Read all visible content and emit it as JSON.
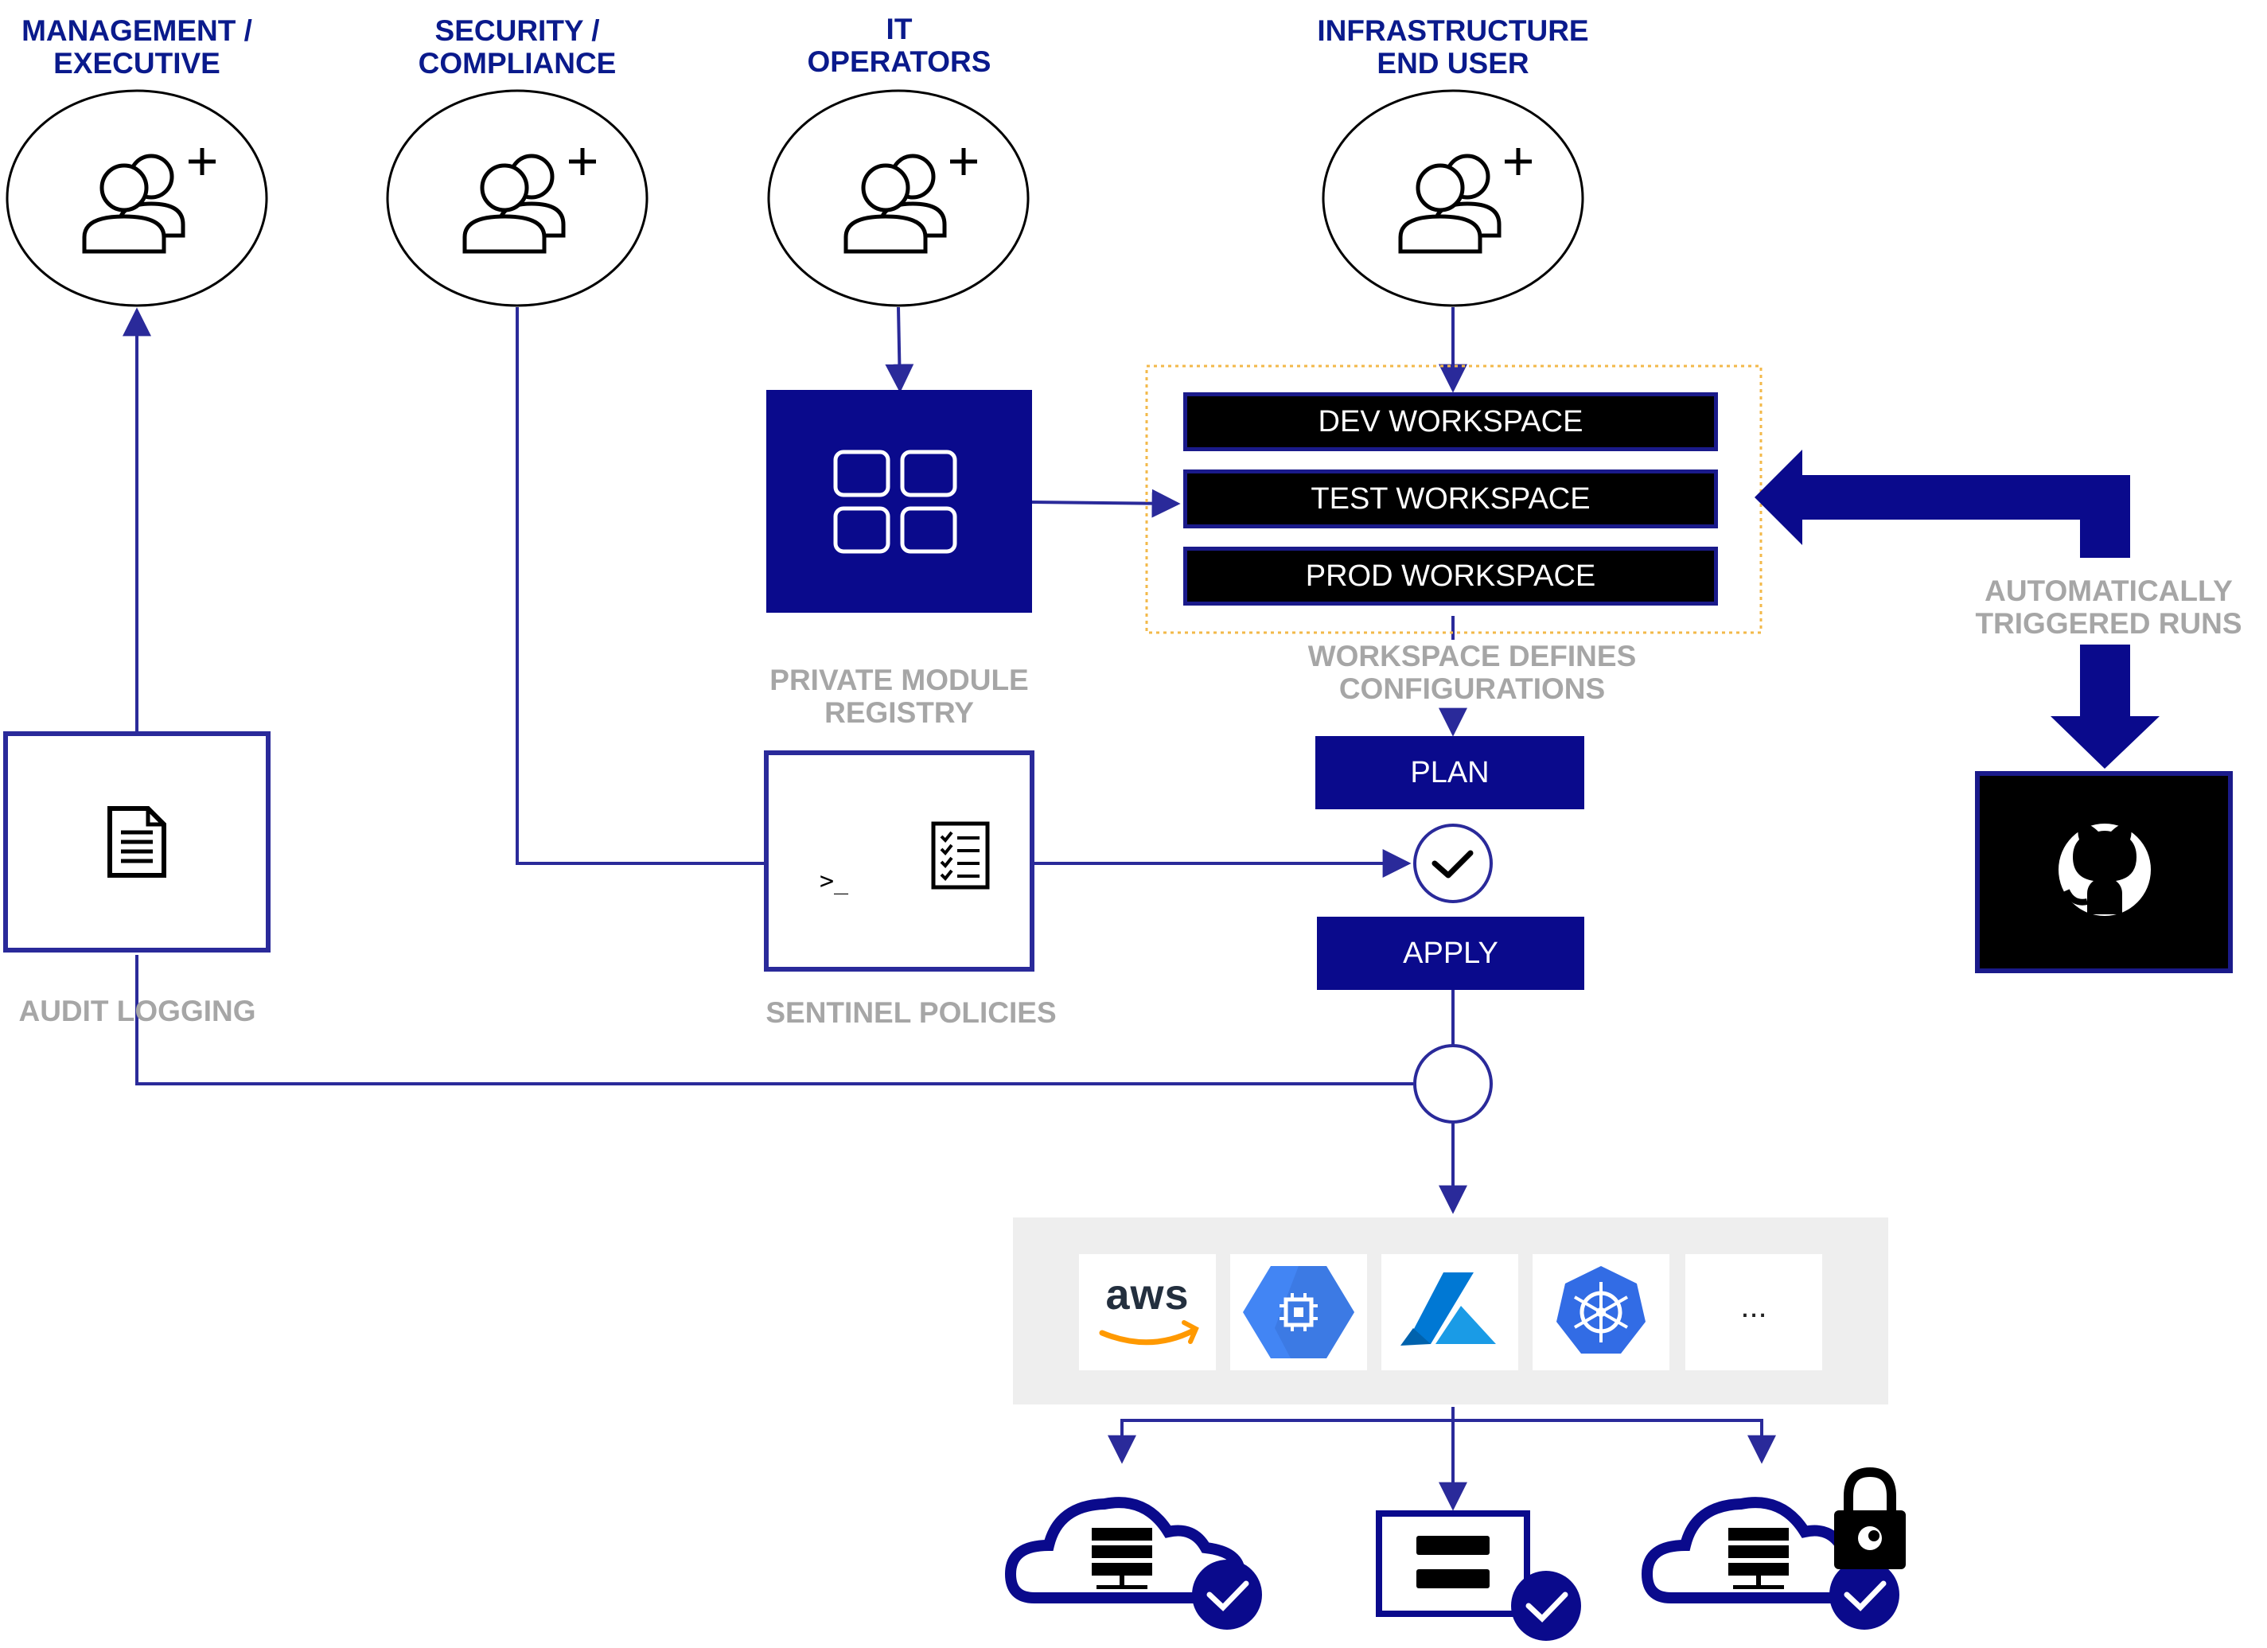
{
  "roles": {
    "management": "MANAGEMENT /\nEXECUTIVE",
    "security": "SECURITY /\nCOMPLIANCE",
    "it_operators": "IT\nOPERATORS",
    "infrastructure": "INFRASTRUCTURE\nEND USER"
  },
  "workspaces": {
    "dev": "DEV WORKSPACE",
    "test": "TEST WORKSPACE",
    "prod": "PROD WORKSPACE"
  },
  "labels": {
    "private_module_registry": "PRIVATE MODULE\nREGISTRY",
    "workspace_defines": "WORKSPACE DEFINES\nCONFIGURATIONS",
    "auto_triggered": "AUTOMATICALLY\nTRIGGERED RUNS",
    "audit_logging": "AUDIT LOGGING",
    "sentinel_policies": "SENTINEL POLICIES"
  },
  "steps": {
    "plan": "PLAN",
    "apply": "APPLY"
  },
  "terminal_prompt": ">_",
  "providers": {
    "aws": "aws",
    "more": "..."
  },
  "icons": [
    "add-user-icon",
    "modules-grid-icon",
    "document-icon",
    "checklist-icon",
    "terminal-icon",
    "checkmark-icon",
    "github-icon",
    "aws-icon",
    "google-cloud-icon",
    "azure-icon",
    "kubernetes-icon",
    "cloud-server-icon",
    "server-icon",
    "lock-icon"
  ],
  "colors": {
    "navy": "#0a0a8c",
    "line": "#2a2a9a",
    "grey_label": "#a6a6a6",
    "orange_dotted": "#f3b94a",
    "provider_bg": "#eeeeee",
    "gcp_blue": "#4285f4",
    "azure_blue": "#0078d4",
    "k8s_blue": "#326ce5",
    "aws_orange": "#ff9900"
  }
}
